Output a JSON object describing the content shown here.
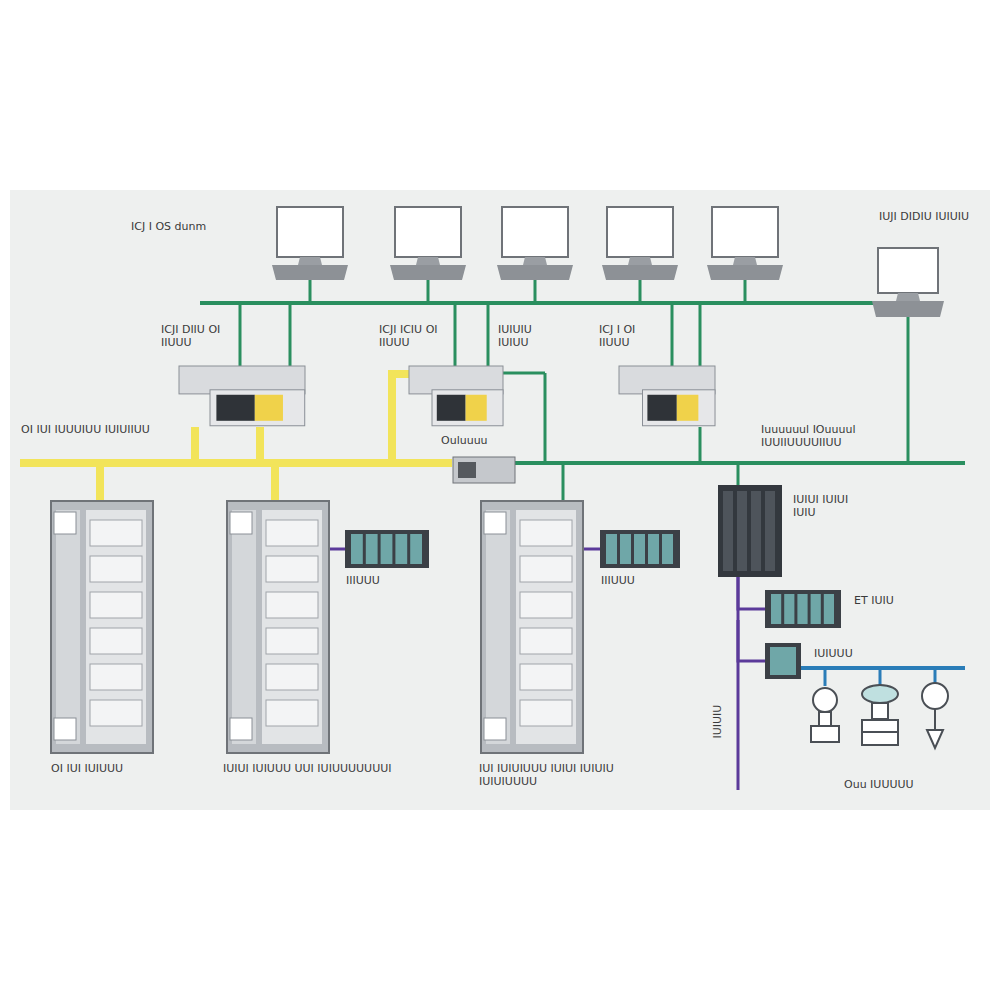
{
  "diagram": {
    "nodes": [
      {
        "text": [
          "IUJI DIDIU IUIUIU"
        ]
      },
      {
        "text": [
          "ICJI DIIU OI IIUUU"
        ]
      },
      {
        "text": [
          "ICJI ICIU OI IIUUU"
        ]
      },
      {
        "text": [
          "ICJ I OI IIUUU"
        ]
      },
      {
        "text": [
          "Ouluuuu"
        ]
      },
      {
        "text": [
          "OI IUI IUIUUU"
        ]
      },
      {
        "text": [
          "IUIUI IUIUUU UUI IUIUUUUUUUI"
        ]
      },
      {
        "text": [
          "IIIUUU"
        ]
      },
      {
        "text": [
          "IUI IUIUIUUU IUIUI IUIUIU IUIUIUUUU"
        ]
      },
      {
        "text": [
          "IIIUUU"
        ]
      },
      {
        "text": [
          "IUIUI IUIUI IUIU"
        ]
      },
      {
        "text": [
          "ET IUIU"
        ]
      },
      {
        "text": [
          "IUIUUU"
        ]
      }
    ],
    "edges": [
      {
        "from": 6,
        "to": 7,
        "arrow": "none"
      },
      {
        "from": 8,
        "to": 9,
        "arrow": "none"
      },
      {
        "from": 10,
        "to": 11,
        "arrow": "none"
      },
      {
        "from": 10,
        "to": 12,
        "arrow": "none"
      }
    ],
    "labels": [
      "ICJ I OS dunm",
      "IUIUIU IUIUU",
      "OI IUI IUUUIUU IUIUIIUU",
      "Iuuuuuul IOuuuul IUUIIUUUUIIUU",
      "IUIUIU",
      "Ouu IUUUUU"
    ]
  }
}
